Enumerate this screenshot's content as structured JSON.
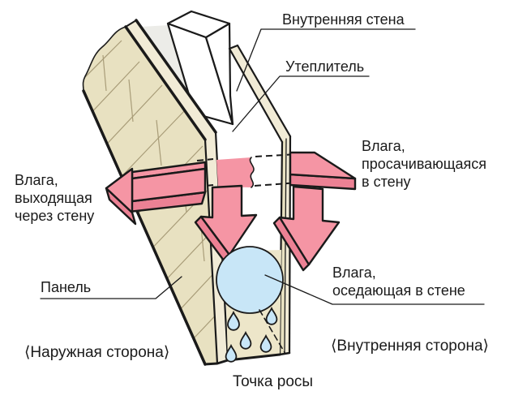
{
  "colors": {
    "panel": "#E8E1C1",
    "panel_light": "#F1EBD6",
    "cavity_back": "#EDE6C9",
    "grain": "#A89C78",
    "shadow": "#ECECE8",
    "white": "#FFFFFF",
    "pink": "#F595A4",
    "pink_dark": "#EC8194",
    "blue": "#C8E6F7",
    "outline": "#1A1A1A"
  },
  "labels": {
    "inner_wall": "Внутренняя стена",
    "insulation": "Утеплитель",
    "moisture_seeping": [
      "Влага,",
      "просачивающаяся",
      "в стену"
    ],
    "moisture_exiting": [
      "Влага,",
      "выходящая",
      "через стену"
    ],
    "panel": "Панель",
    "moisture_settling": [
      "Влага,",
      "оседающая в стене"
    ],
    "outer_side": "⟨Наружная сторона⟩",
    "inner_side": "⟨Внутренняя сторона⟩",
    "dew_point": "Точка росы"
  }
}
